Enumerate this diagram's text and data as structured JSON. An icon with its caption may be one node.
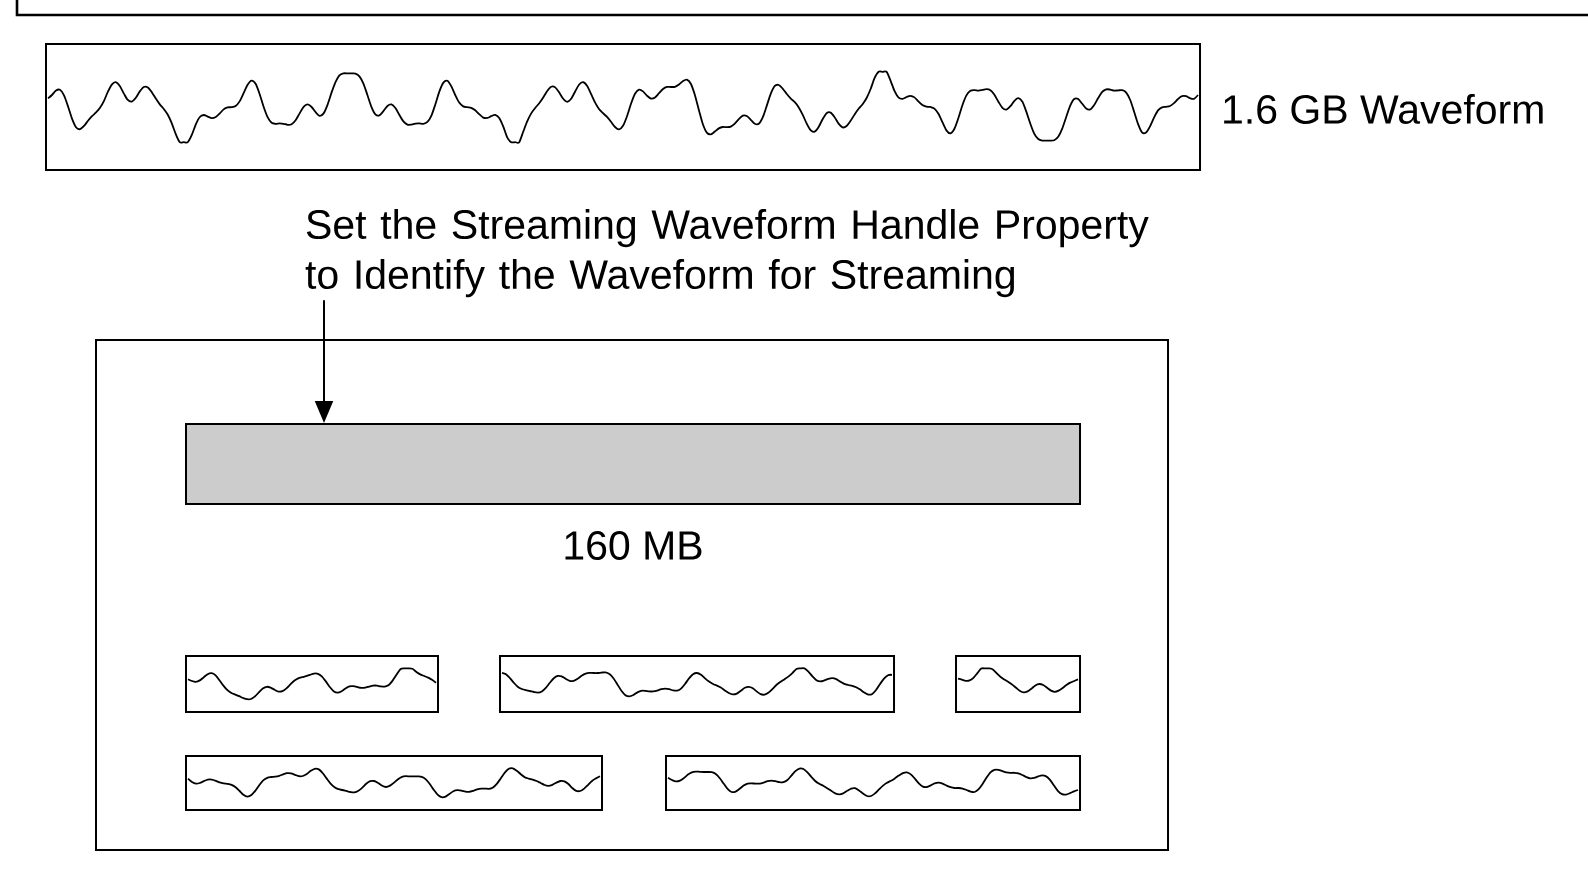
{
  "diagram": {
    "nodes": [
      {
        "text": [],
        "shape": "box",
        "beside": [
          "1.6 GB Waveform"
        ]
      },
      {
        "text": [
          "Set the Streaming Waveform Handle Property to Identify the Waveform for Streaming"
        ]
      },
      {
        "text": [],
        "shape": "box"
      },
      {
        "text": [],
        "shape": "bar",
        "in": 2,
        "beside": [
          "160 MB"
        ]
      },
      {
        "text": [],
        "shape": "box",
        "in": 2
      },
      {
        "text": [],
        "shape": "box",
        "in": 2
      },
      {
        "text": [],
        "shape": "box",
        "in": 2
      },
      {
        "text": [],
        "shape": "box",
        "in": 2
      },
      {
        "text": [],
        "shape": "box",
        "in": 2
      }
    ],
    "edges": [
      {
        "from": 1,
        "to": 3,
        "arrow": "to"
      }
    ]
  }
}
